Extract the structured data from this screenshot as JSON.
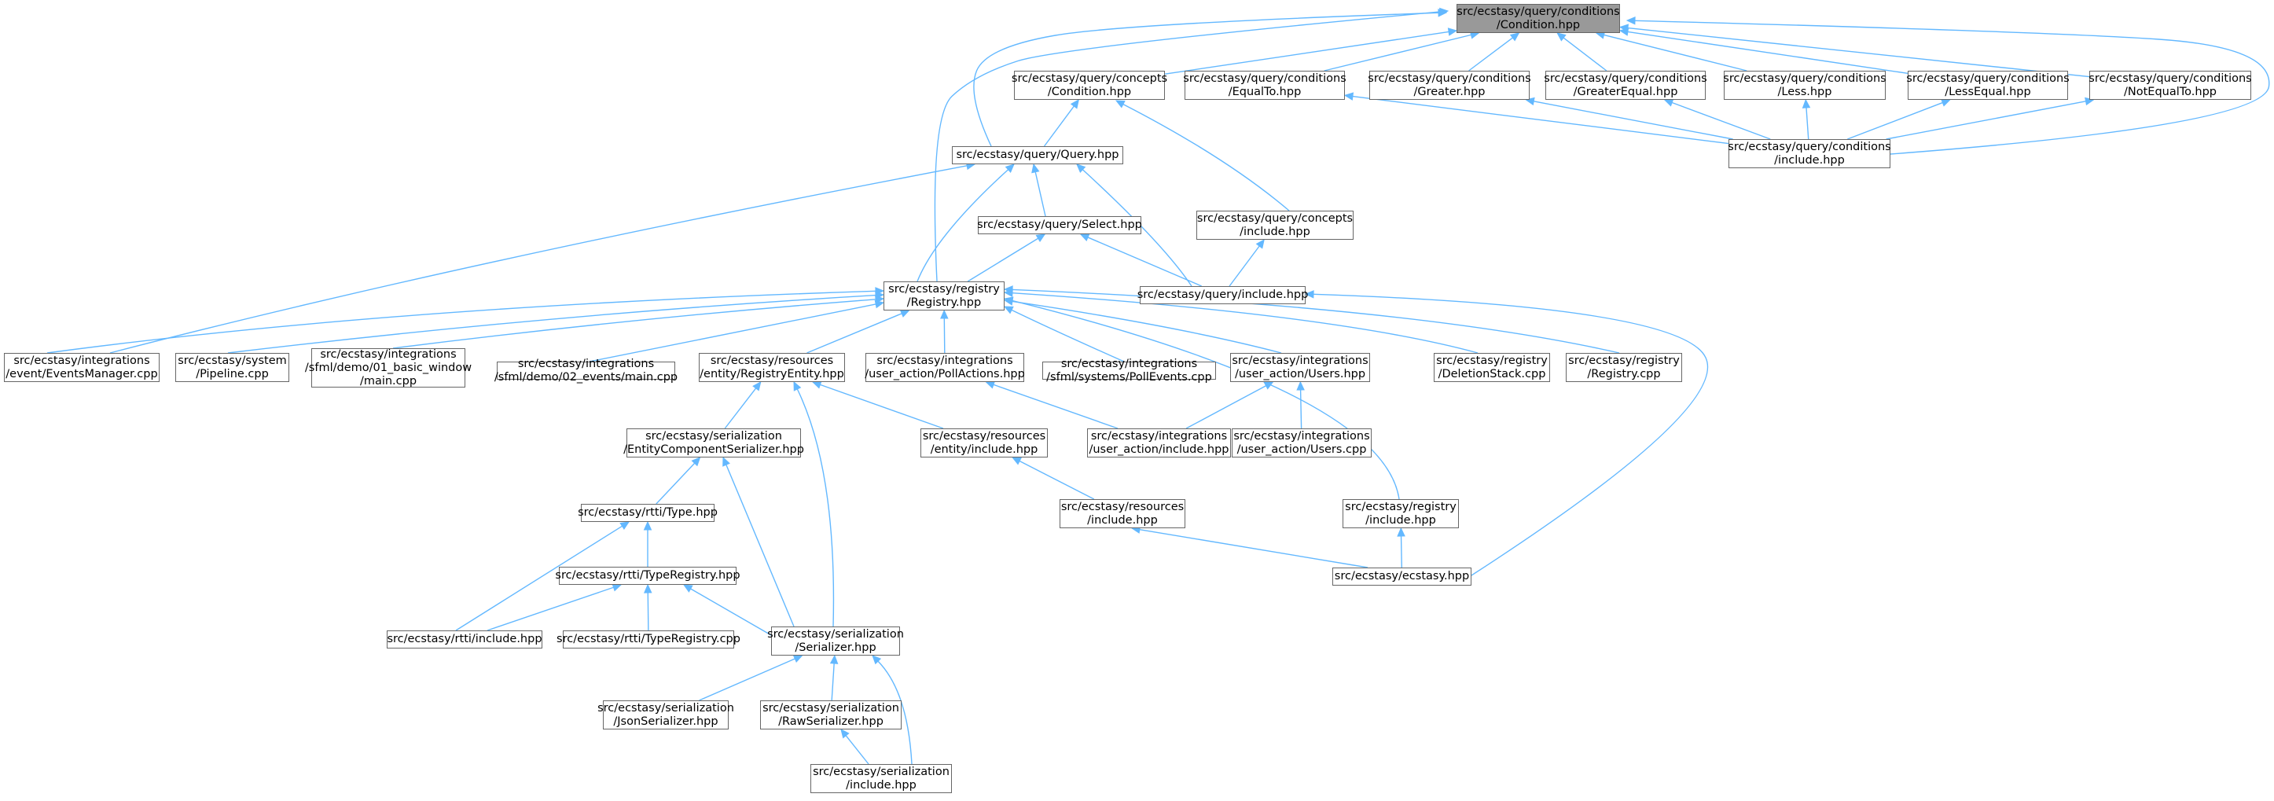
{
  "colors": {
    "edge": "#63b8ff",
    "node_border": "#666666",
    "node_fill": "#ffffff",
    "root_fill": "#999999"
  },
  "nodes": {
    "condition_root": [
      "src/ecstasy/query/conditions",
      "/Condition.hpp"
    ],
    "concepts_condition": [
      "src/ecstasy/query/concepts",
      "/Condition.hpp"
    ],
    "equal_to": [
      "src/ecstasy/query/conditions",
      "/EqualTo.hpp"
    ],
    "greater": [
      "src/ecstasy/query/conditions",
      "/Greater.hpp"
    ],
    "greater_equal": [
      "src/ecstasy/query/conditions",
      "/GreaterEqual.hpp"
    ],
    "less": [
      "src/ecstasy/query/conditions",
      "/Less.hpp"
    ],
    "less_equal": [
      "src/ecstasy/query/conditions",
      "/LessEqual.hpp"
    ],
    "not_equal_to": [
      "src/ecstasy/query/conditions",
      "/NotEqualTo.hpp"
    ],
    "query": [
      "src/ecstasy/query/Query.hpp"
    ],
    "conditions_include": [
      "src/ecstasy/query/conditions",
      "/include.hpp"
    ],
    "select": [
      "src/ecstasy/query/Select.hpp"
    ],
    "concepts_include": [
      "src/ecstasy/query/concepts",
      "/include.hpp"
    ],
    "registry_hpp": [
      "src/ecstasy/registry",
      "/Registry.hpp"
    ],
    "query_include": [
      "src/ecstasy/query/include.hpp"
    ],
    "events_manager": [
      "src/ecstasy/integrations",
      "/event/EventsManager.cpp"
    ],
    "pipeline": [
      "src/ecstasy/system",
      "/Pipeline.cpp"
    ],
    "basic_window": [
      "src/ecstasy/integrations",
      "/sfml/demo/01_basic_window",
      "/main.cpp"
    ],
    "events_main": [
      "src/ecstasy/integrations",
      "/sfml/demo/02_events/main.cpp"
    ],
    "registry_entity": [
      "src/ecstasy/resources",
      "/entity/RegistryEntity.hpp"
    ],
    "poll_actions": [
      "src/ecstasy/integrations",
      "/user_action/PollActions.hpp"
    ],
    "poll_events": [
      "src/ecstasy/integrations",
      "/sfml/systems/PollEvents.cpp"
    ],
    "users_hpp": [
      "src/ecstasy/integrations",
      "/user_action/Users.hpp"
    ],
    "deletion_stack": [
      "src/ecstasy/registry",
      "/DeletionStack.cpp"
    ],
    "registry_cpp": [
      "src/ecstasy/registry",
      "/Registry.cpp"
    ],
    "entity_component_serializer": [
      "src/ecstasy/serialization",
      "/EntityComponentSerializer.hpp"
    ],
    "entity_include": [
      "src/ecstasy/resources",
      "/entity/include.hpp"
    ],
    "user_action_include": [
      "src/ecstasy/integrations",
      "/user_action/include.hpp"
    ],
    "users_cpp": [
      "src/ecstasy/integrations",
      "/user_action/Users.cpp"
    ],
    "type_hpp": [
      "src/ecstasy/rtti/Type.hpp"
    ],
    "resources_include": [
      "src/ecstasy/resources",
      "/include.hpp"
    ],
    "registry_include": [
      "src/ecstasy/registry",
      "/include.hpp"
    ],
    "type_registry_hpp": [
      "src/ecstasy/rtti/TypeRegistry.hpp"
    ],
    "ecstasy_hpp": [
      "src/ecstasy/ecstasy.hpp"
    ],
    "rtti_include": [
      "src/ecstasy/rtti/include.hpp"
    ],
    "type_registry_cpp": [
      "src/ecstasy/rtti/TypeRegistry.cpp"
    ],
    "serializer_hpp": [
      "src/ecstasy/serialization",
      "/Serializer.hpp"
    ],
    "json_serializer": [
      "src/ecstasy/serialization",
      "/JsonSerializer.hpp"
    ],
    "raw_serializer": [
      "src/ecstasy/serialization",
      "/RawSerializer.hpp"
    ],
    "serialization_include": [
      "src/ecstasy/serialization",
      "/include.hpp"
    ]
  },
  "edges": [
    [
      "concepts_condition",
      "condition_root"
    ],
    [
      "equal_to",
      "condition_root"
    ],
    [
      "greater",
      "condition_root"
    ],
    [
      "greater_equal",
      "condition_root"
    ],
    [
      "less",
      "condition_root"
    ],
    [
      "less_equal",
      "condition_root"
    ],
    [
      "not_equal_to",
      "condition_root"
    ],
    [
      "query",
      "condition_root"
    ],
    [
      "registry_hpp",
      "condition_root"
    ],
    [
      "conditions_include",
      "condition_root"
    ],
    [
      "query",
      "concepts_condition"
    ],
    [
      "concepts_include",
      "concepts_condition"
    ],
    [
      "conditions_include",
      "equal_to"
    ],
    [
      "conditions_include",
      "greater"
    ],
    [
      "conditions_include",
      "greater_equal"
    ],
    [
      "conditions_include",
      "less"
    ],
    [
      "conditions_include",
      "less_equal"
    ],
    [
      "conditions_include",
      "not_equal_to"
    ],
    [
      "select",
      "query"
    ],
    [
      "registry_hpp",
      "query"
    ],
    [
      "query_include",
      "query"
    ],
    [
      "events_manager",
      "query"
    ],
    [
      "registry_hpp",
      "select"
    ],
    [
      "query_include",
      "select"
    ],
    [
      "query_include",
      "concepts_include"
    ],
    [
      "events_manager",
      "registry_hpp"
    ],
    [
      "pipeline",
      "registry_hpp"
    ],
    [
      "basic_window",
      "registry_hpp"
    ],
    [
      "events_main",
      "registry_hpp"
    ],
    [
      "registry_entity",
      "registry_hpp"
    ],
    [
      "poll_actions",
      "registry_hpp"
    ],
    [
      "poll_events",
      "registry_hpp"
    ],
    [
      "users_hpp",
      "registry_hpp"
    ],
    [
      "deletion_stack",
      "registry_hpp"
    ],
    [
      "registry_cpp",
      "registry_hpp"
    ],
    [
      "registry_include",
      "registry_hpp"
    ],
    [
      "ecstasy_hpp",
      "query_include"
    ],
    [
      "entity_component_serializer",
      "registry_entity"
    ],
    [
      "entity_include",
      "registry_entity"
    ],
    [
      "serializer_hpp",
      "registry_entity"
    ],
    [
      "user_action_include",
      "poll_actions"
    ],
    [
      "user_action_include",
      "users_hpp"
    ],
    [
      "users_cpp",
      "users_hpp"
    ],
    [
      "type_hpp",
      "entity_component_serializer"
    ],
    [
      "serializer_hpp",
      "entity_component_serializer"
    ],
    [
      "resources_include",
      "entity_include"
    ],
    [
      "ecstasy_hpp",
      "resources_include"
    ],
    [
      "ecstasy_hpp",
      "registry_include"
    ],
    [
      "type_registry_hpp",
      "type_hpp"
    ],
    [
      "rtti_include",
      "type_hpp"
    ],
    [
      "rtti_include",
      "type_registry_hpp"
    ],
    [
      "type_registry_cpp",
      "type_registry_hpp"
    ],
    [
      "serializer_hpp",
      "type_registry_hpp"
    ],
    [
      "json_serializer",
      "serializer_hpp"
    ],
    [
      "raw_serializer",
      "serializer_hpp"
    ],
    [
      "serialization_include",
      "serializer_hpp"
    ],
    [
      "serialization_include",
      "raw_serializer"
    ]
  ]
}
